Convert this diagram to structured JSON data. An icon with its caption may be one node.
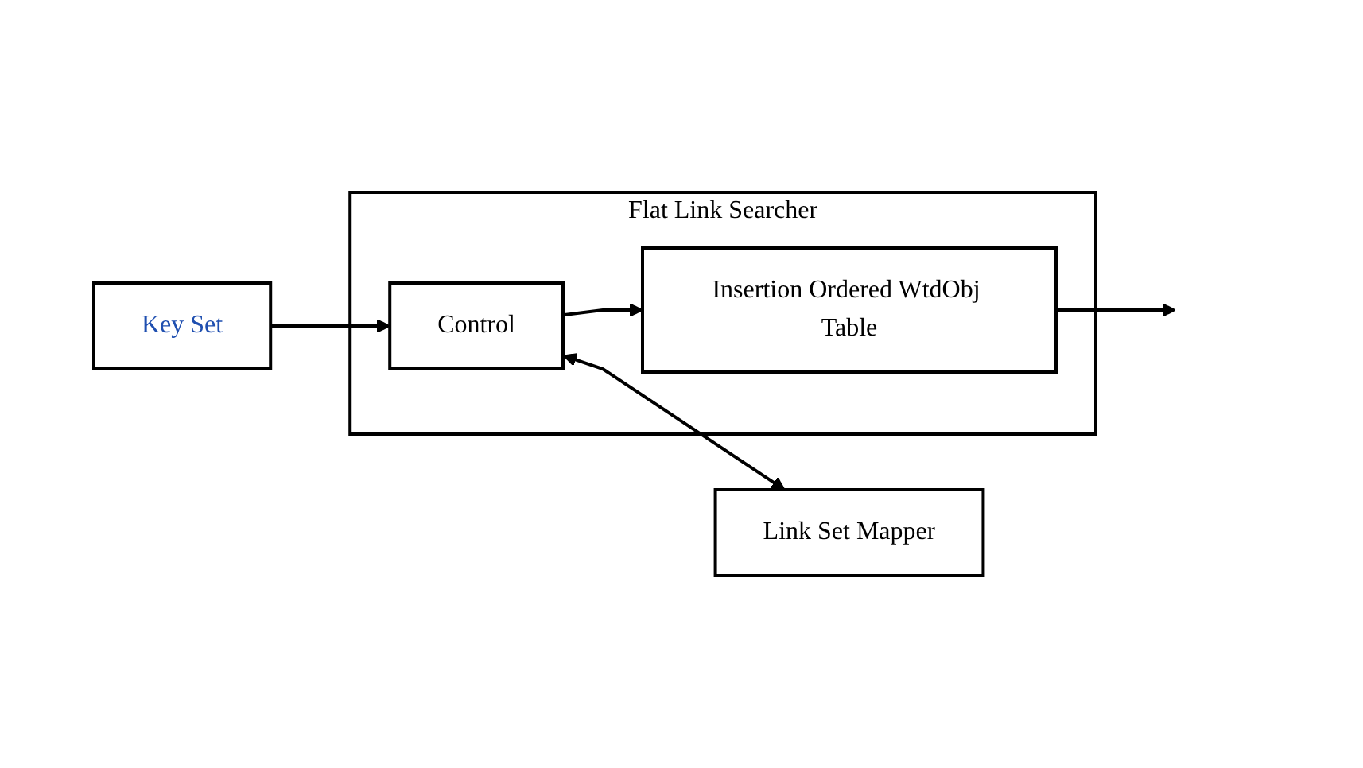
{
  "diagram": {
    "nodes": [
      {
        "text": [
          "Flat Link Searcher"
        ]
      },
      {
        "text": [
          "Control"
        ],
        "in": 0
      },
      {
        "text": [
          "Insertion Ordered WtdObj Table"
        ],
        "in": 0
      },
      {
        "text": [
          "Key Set"
        ]
      },
      {
        "text": [
          "Link Set Mapper"
        ]
      }
    ],
    "edges": [
      {
        "from": 1,
        "to": 2,
        "arrow": "to"
      },
      {
        "from": 2,
        "to": null,
        "arrow": "to"
      },
      {
        "from": 3,
        "to": 1,
        "arrow": "to"
      },
      {
        "from": 1,
        "to": 4,
        "arrow": "both"
      }
    ]
  }
}
